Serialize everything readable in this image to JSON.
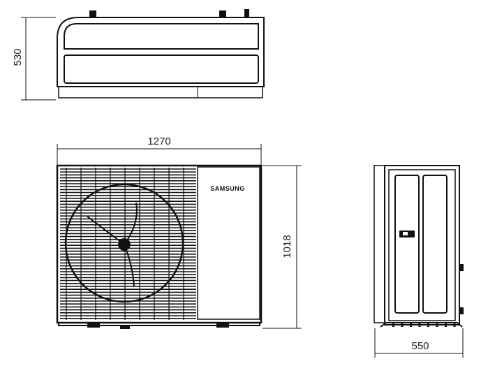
{
  "drawing": {
    "top_view": {
      "height_label": "530"
    },
    "front_view": {
      "width_label": "1270",
      "height_label": "1018",
      "logo_text": "SAMSUNG"
    },
    "side_view": {
      "depth_label": "550"
    }
  },
  "colors": {
    "line": "#111111",
    "text": "#222222"
  }
}
